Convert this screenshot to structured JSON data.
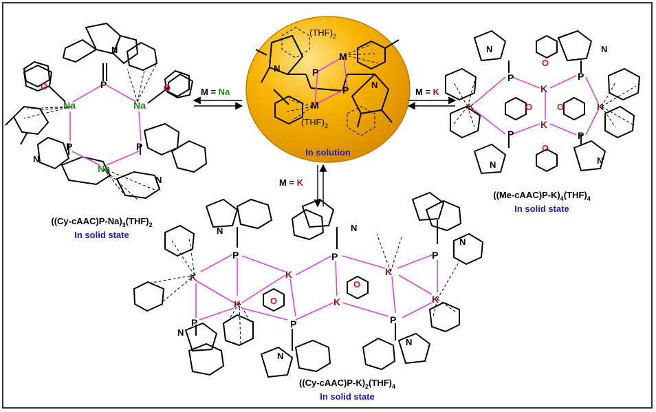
{
  "center": {
    "label": "In solution",
    "thf_top": "(THF)",
    "thf_bottom": "(THF)",
    "thf_sub": "2",
    "metal": "M",
    "phosphorus": "P",
    "nitrogen": "N"
  },
  "arrows": {
    "left": {
      "prefix": "M = ",
      "metal": "Na"
    },
    "right": {
      "prefix": "M = ",
      "metal": "K"
    },
    "down": {
      "prefix": "M = ",
      "metal": "K"
    }
  },
  "left_structure": {
    "formula_a": "((Cy-cAAC)P-Na)",
    "formula_sub1": "3",
    "formula_b": "(THF)",
    "formula_sub2": "2",
    "state": "In solid state",
    "metal": "Na",
    "phosphorus": "P",
    "nitrogen": "N",
    "oxygen": "O"
  },
  "right_structure": {
    "formula_a": "((Me-cAAC)P-K)",
    "formula_sub1": "4",
    "formula_b": "(THF)",
    "formula_sub2": "4",
    "state": "In solid state",
    "metal": "K",
    "phosphorus": "P",
    "nitrogen": "N",
    "oxygen": "O"
  },
  "bottom_structure": {
    "formula_a": "((Cy-cAAC)P-K)",
    "formula_sub1": "2",
    "formula_b": "(THF)",
    "formula_sub2": "4",
    "state": "In solid state",
    "metal": "K",
    "phosphorus": "P",
    "nitrogen": "N",
    "oxygen": "O"
  },
  "colors": {
    "sodium": "#1f8a1f",
    "potassium": "#8b1a1a",
    "bond_link": "#e040e0",
    "oxygen": "#e01010",
    "state_text": "#1a1acc",
    "circle_fill": "#f5a800",
    "circle_highlight": "#ffd966",
    "frame": "#333333"
  }
}
